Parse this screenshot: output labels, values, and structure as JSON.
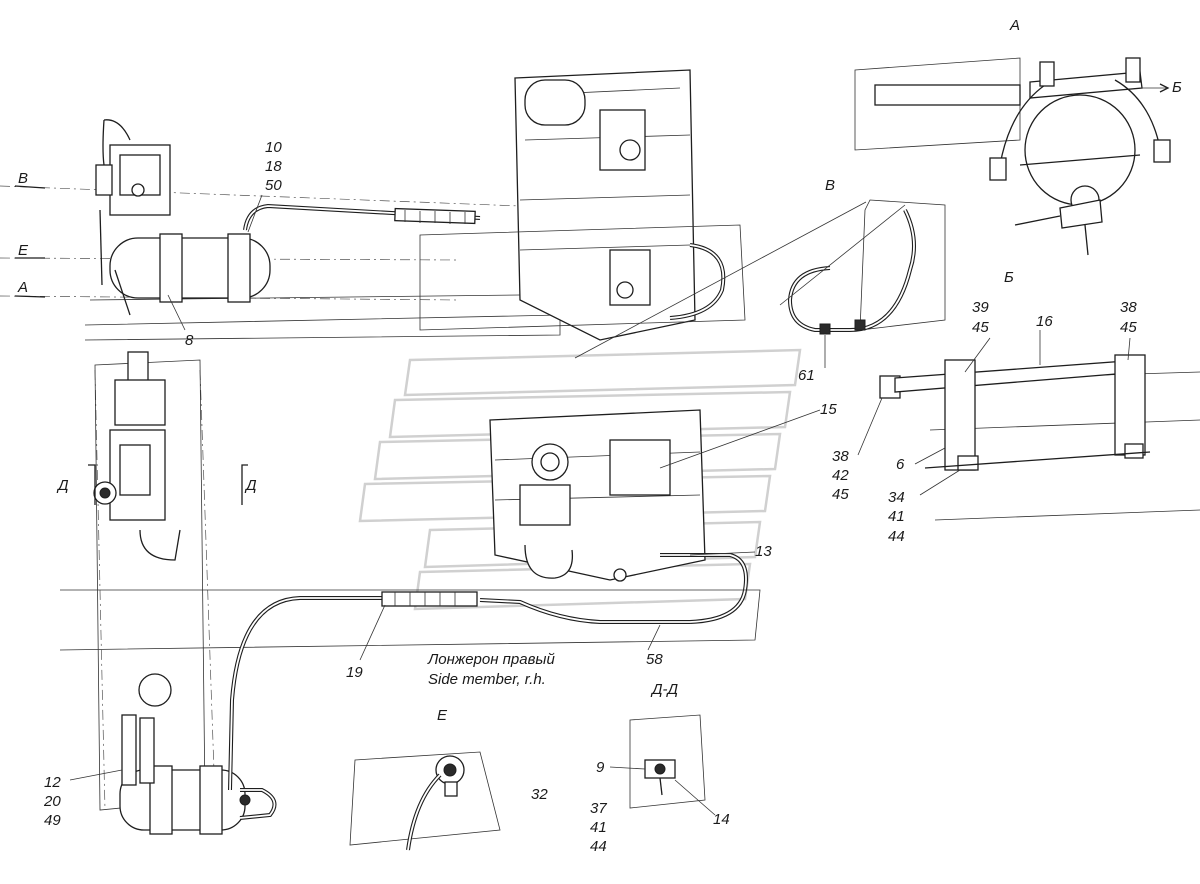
{
  "diagram": {
    "caption": {
      "ru": "Лонжерон правый",
      "en": "Side member, r.h."
    },
    "view_labels": {
      "a": "А",
      "b": "Б",
      "v": "В",
      "d": "Д-Д",
      "e": "Е"
    },
    "section_marks": {
      "v": "В",
      "e": "Е",
      "a": "А",
      "a_arrow": "Б",
      "d_left": "Д",
      "d_right": "Д"
    },
    "callouts": {
      "c1": [
        "10",
        "18",
        "50"
      ],
      "c2": [
        "8"
      ],
      "c3": [
        "61"
      ],
      "c4": [
        "15"
      ],
      "c5": [
        "13"
      ],
      "c6": [
        "19"
      ],
      "c7": [
        "58"
      ],
      "c8": [
        "12",
        "20",
        "49"
      ],
      "c9": [
        "32"
      ],
      "c10": [
        "9"
      ],
      "c11": [
        "37",
        "41",
        "44"
      ],
      "c12": [
        "14"
      ],
      "c13": [
        "39",
        "45"
      ],
      "c14": [
        "16"
      ],
      "c15": [
        "38",
        "45"
      ],
      "c16": [
        "38",
        "42",
        "45"
      ],
      "c17": [
        "6"
      ],
      "c18": [
        "34",
        "41",
        "44"
      ]
    }
  }
}
